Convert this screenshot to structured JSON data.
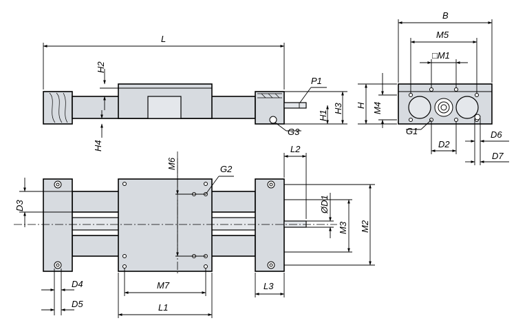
{
  "labels": {
    "L": "L",
    "H2": "H2",
    "H4": "H4",
    "P1": "P1",
    "H1": "H1",
    "H3": "H3",
    "G3": "G3",
    "B": "B",
    "M5": "M5",
    "M1": "□M1",
    "H": "H",
    "M4": "M4",
    "G1": "G1",
    "D2": "D2",
    "D6": "D6",
    "D7": "D7",
    "L2": "L2",
    "M6": "M6",
    "G2": "G2",
    "D3": "D3",
    "D1": "ØD1",
    "M3": "M3",
    "M2": "M2",
    "D4": "D4",
    "D5": "D5",
    "M7": "M7",
    "L1": "L1",
    "L3": "L3"
  }
}
